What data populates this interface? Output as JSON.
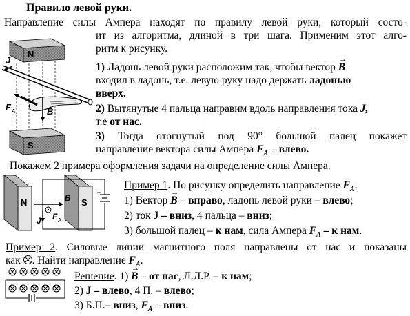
{
  "title": "Правило левой руки.",
  "intro": {
    "l1": "Направление силы Ампера находят по правилу левой руки, который состо-",
    "l2": "ит из алгоритма, длиной в три шага. Применим этот алго-",
    "l3": "ритм к рисунку."
  },
  "step1": {
    "num": "1)",
    "l1": "Ладонь левой руки расположим так, чтобы вектор",
    "vec": "B",
    "l2": "входил в ладонь, т.е. левую руку надо держать",
    "bold_a": "ладонью",
    "bold_b": "вверх."
  },
  "step2": {
    "num": "2)",
    "l1": "Вытянутые 4 пальца направим вдоль направления тока",
    "J": "J,",
    "l2a": "т.е",
    "l2b": "от нас."
  },
  "step3": {
    "num": "3)",
    "l1": "Тогда отогнутый под 90° большой палец покажет",
    "l2": "направление вектора силы Ампера",
    "F": "F",
    "A": "A",
    "dash": " – ",
    "res": "влево."
  },
  "examples_intro": "Покажем 2 примера оформления задачи на определение силы Ампера.",
  "fig1_labels": {
    "N": "N",
    "S": "S",
    "J": "J",
    "F": "F",
    "B": "B",
    "sub": "A",
    "plus": "+",
    "minus": "–"
  },
  "fig2_labels": {
    "plus": "+",
    "minus": "–"
  },
  "figm_labels": {
    "N": "N",
    "S": "S",
    "J": "J",
    "F": "F",
    "B": "B",
    "sub": "A"
  },
  "example1": {
    "head": "Пример 1",
    "task": ". По рисунку определить направление",
    "F": "F",
    "A": "A",
    "end": ".",
    "a1": "1) Вектор",
    "a1v": "B",
    "a1b": " – вправо",
    "a1c": ", ладонь левой руки –",
    "a1d": "влево",
    "a1e": ";",
    "a2": "2) ток",
    "a2b": "J – вниз",
    "a2c": ", 4 пальца –",
    "a2d": "вниз",
    "a2e": ";",
    "a3": "3) большой палец –",
    "a3b": "к нам",
    "a3c": ", сила Ампера",
    "a3F": "F",
    "a3A": "A",
    "a3d": " – к нам",
    "a3e": "."
  },
  "example2": {
    "head": "Пример 2",
    "task1": ". Силовые линии магнитного поля направлены от нас и показаны",
    "task2a": "как",
    "task2b": ". Найти направление",
    "F": "F",
    "A": "A",
    "end": ".",
    "sol": "Решение",
    "s1a": ". 1)",
    "s1v": "B",
    "s1b": " – от нас",
    "s1c": ", Л.Л.Р. –",
    "s1d": "к нам",
    "s1e": ";",
    "s2a": "2)",
    "s2b": "J – влево",
    "s2c": ", 4 П. –",
    "s2d": "влево",
    "s2e": ";",
    "s3a": "3) Б.П.–",
    "s3b": "вниз",
    "s3c": ",",
    "s3F": "F",
    "s3A": "A",
    "s3d": " – вниз",
    "s3e": "."
  }
}
